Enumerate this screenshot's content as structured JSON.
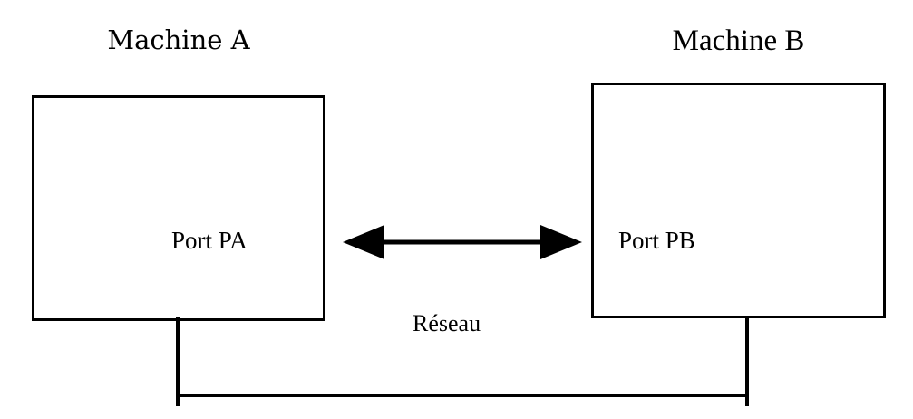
{
  "diagram": {
    "type": "network-connection-diagram",
    "language": "fr",
    "background_color": "#ffffff",
    "line_color": "#000000",
    "machines": [
      {
        "id": "machine-a",
        "title": "Machine A",
        "port_label": "Port PA"
      },
      {
        "id": "machine-b",
        "title": "Machine B",
        "port_label": "Port PB"
      }
    ],
    "connection": {
      "label": "Réseau",
      "arrow_icon": "double-headed-arrow-icon",
      "direction": "bidirectional"
    }
  }
}
